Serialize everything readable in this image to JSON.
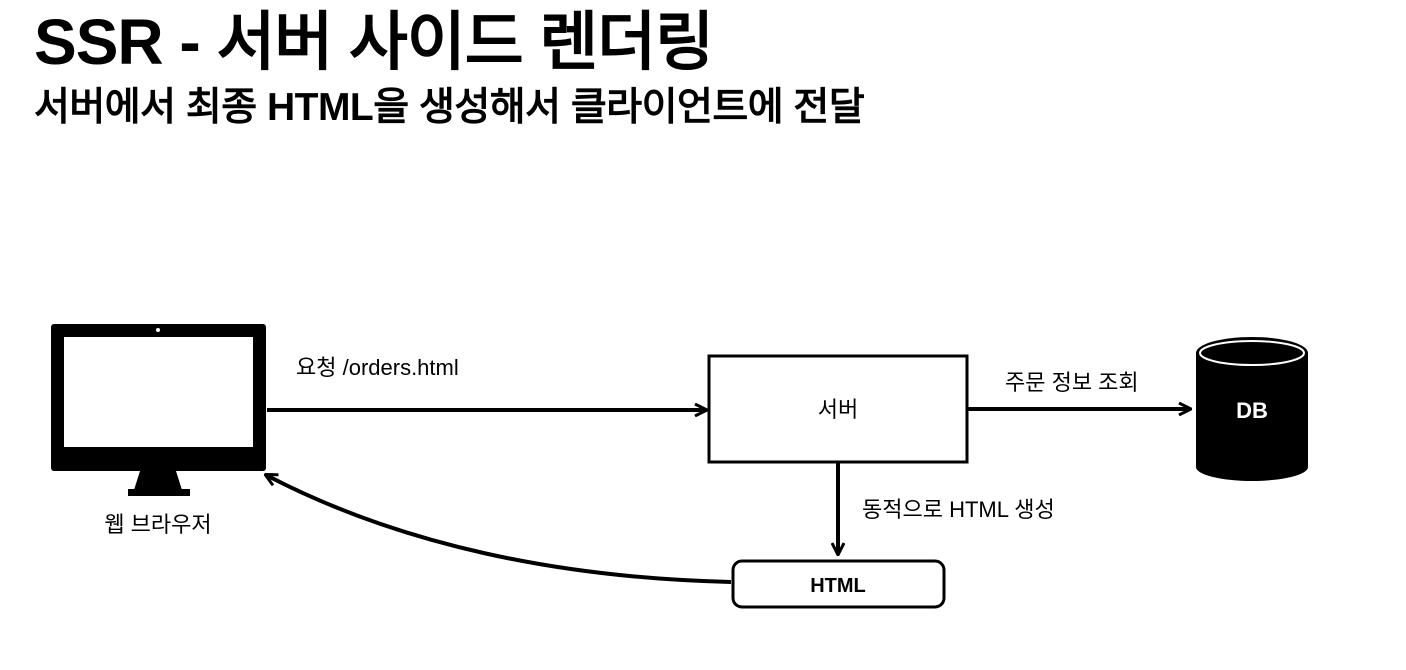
{
  "title": "SSR - 서버 사이드 렌더링",
  "subtitle": "서버에서 최종 HTML을 생성해서 클라이언트에 전달",
  "nodes": {
    "browser_label": "웹 브라우저",
    "server_label": "서버",
    "db_label": "DB",
    "html_label": "HTML"
  },
  "edges": {
    "request_label": "요청 /orders.html",
    "db_query_label": "주문 정보 조회",
    "generate_label": "동적으로 HTML 생성"
  }
}
